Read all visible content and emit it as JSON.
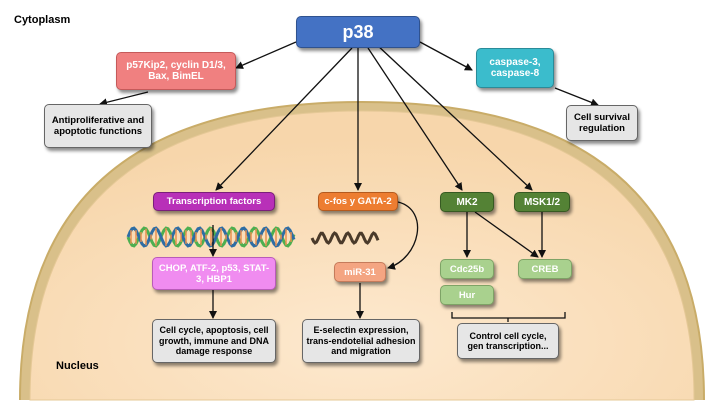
{
  "regions": {
    "cytoplasm": "Cytoplasm",
    "nucleus": "Nucleus"
  },
  "nodes": {
    "p38": "p38",
    "p57": "p57Kip2, cyclin D1/3, Bax, BimEL",
    "caspase": "caspase-3, caspase-8",
    "antiprolif": "Antiproliferative and apoptotic functions",
    "survival": "Cell survival regulation",
    "tf": "Transcription factors",
    "cfos": "c-fos y GATA-2",
    "mk2": "MK2",
    "msk": "MSK1/2",
    "chop": "CHOP, ATF-2, p53, STAT-3, HBP1",
    "mir31": "miR-31",
    "cdc25b": "Cdc25b",
    "creb": "CREB",
    "hur": "Hur",
    "cellcycle": "Cell cycle, apoptosis, cell growth, immune and DNA damage response",
    "eselectin": "E-selectin expression, trans-endotelial adhesion and migration",
    "control": "Control cell cycle, gen transcription..."
  },
  "colors": {
    "p38": "#4472c4",
    "p57": "#f08080",
    "caspase": "#3bbccc",
    "gray": "#e6e6e6",
    "purple": "#b830b8",
    "orange": "#ed7d31",
    "green": "#548235",
    "pink": "#f08cf0",
    "salmon": "#f4a582",
    "lightgreen": "#a9d18e",
    "nucleus": "#fbe5c7",
    "membrane": "#c8b06e"
  }
}
